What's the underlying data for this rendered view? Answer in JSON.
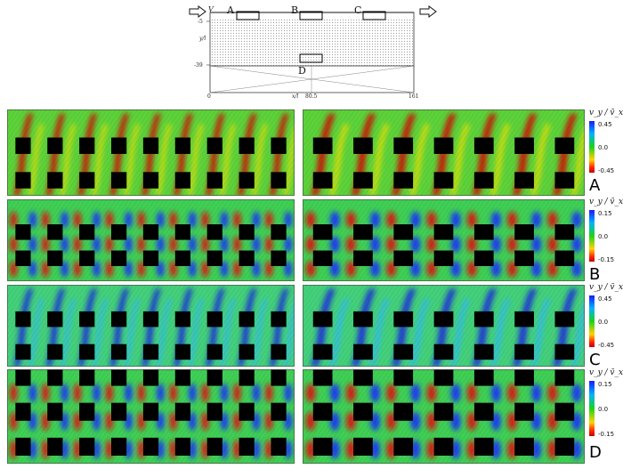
{
  "schematic": {
    "region_labels": [
      "A",
      "B",
      "C",
      "D"
    ],
    "y_tick_labels": [
      "-5",
      "-39"
    ],
    "y_axis_label": "y/l",
    "x_tick_labels": [
      "0",
      "80.5",
      "161"
    ],
    "x_axis_label": "x/l",
    "inlet_label": "V"
  },
  "panels": {
    "rows": [
      {
        "id": "A",
        "colorbar_title": "v_y / v̄_x,A",
        "ticks": [
          "0.45",
          "0.0",
          "-0.45"
        ],
        "letter": "A",
        "pattern": "diagonal-bands",
        "colors": {
          "bg": "#5cd23a",
          "positive": "#d40000",
          "negative": "#f5e100"
        }
      },
      {
        "id": "B",
        "colorbar_title": "v_y / v̄_x,B",
        "ticks": [
          "0.15",
          "0.0",
          "-0.15"
        ],
        "letter": "B",
        "pattern": "dipoles",
        "colors": {
          "bg": "#3fcf55",
          "positive": "#e01010",
          "negative": "#1b2cff"
        }
      },
      {
        "id": "C",
        "colorbar_title": "v_y / v̄_x,C",
        "ticks": [
          "0.45",
          "0.0",
          "-0.45"
        ],
        "letter": "C",
        "pattern": "diagonal-bands-blue",
        "colors": {
          "bg": "#44d07a",
          "positive": "#1520e0",
          "negative": "#2fb7ff"
        }
      },
      {
        "id": "D",
        "colorbar_title": "v_y / v̄_x,B",
        "ticks": [
          "0.15",
          "0.0",
          "-0.15"
        ],
        "letter": "D",
        "pattern": "dipoles",
        "colors": {
          "bg": "#3fcf55",
          "positive": "#e01010",
          "negative": "#1b2cff"
        }
      }
    ]
  }
}
